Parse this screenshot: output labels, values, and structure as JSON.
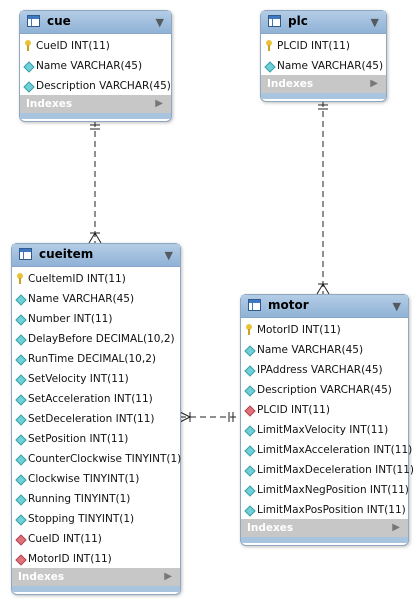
{
  "tables": {
    "cue": {
      "name": "cue",
      "columns": [
        {
          "text": "CueID INT(11)",
          "icon": "key"
        },
        {
          "text": "Name VARCHAR(45)",
          "icon": "column"
        },
        {
          "text": "Description VARCHAR(45)",
          "icon": "column"
        }
      ],
      "indexes": "Indexes"
    },
    "plc": {
      "name": "plc",
      "columns": [
        {
          "text": "PLCID INT(11)",
          "icon": "key"
        },
        {
          "text": "Name VARCHAR(45)",
          "icon": "column"
        }
      ],
      "indexes": "Indexes"
    },
    "cueitem": {
      "name": "cueitem",
      "columns": [
        {
          "text": "CueItemID INT(11)",
          "icon": "key"
        },
        {
          "text": "Name VARCHAR(45)",
          "icon": "column"
        },
        {
          "text": "Number INT(11)",
          "icon": "column"
        },
        {
          "text": "DelayBefore DECIMAL(10,2)",
          "icon": "column"
        },
        {
          "text": "RunTime DECIMAL(10,2)",
          "icon": "column"
        },
        {
          "text": "SetVelocity INT(11)",
          "icon": "column"
        },
        {
          "text": "SetAcceleration INT(11)",
          "icon": "column"
        },
        {
          "text": "SetDeceleration INT(11)",
          "icon": "column"
        },
        {
          "text": "SetPosition INT(11)",
          "icon": "column"
        },
        {
          "text": "CounterClockwise TINYINT(1)",
          "icon": "column"
        },
        {
          "text": "Clockwise TINYINT(1)",
          "icon": "column"
        },
        {
          "text": "Running TINYINT(1)",
          "icon": "column"
        },
        {
          "text": "Stopping TINYINT(1)",
          "icon": "column"
        },
        {
          "text": "CueID INT(11)",
          "icon": "foreign-key"
        },
        {
          "text": "MotorID INT(11)",
          "icon": "foreign-key"
        }
      ],
      "indexes": "Indexes"
    },
    "motor": {
      "name": "motor",
      "columns": [
        {
          "text": "MotorID INT(11)",
          "icon": "key"
        },
        {
          "text": "Name VARCHAR(45)",
          "icon": "column"
        },
        {
          "text": "IPAddress VARCHAR(45)",
          "icon": "column"
        },
        {
          "text": "Description VARCHAR(45)",
          "icon": "column"
        },
        {
          "text": "PLCID INT(11)",
          "icon": "foreign-key"
        },
        {
          "text": "LimitMaxVelocity INT(11)",
          "icon": "column"
        },
        {
          "text": "LimitMaxAcceleration INT(11)",
          "icon": "column"
        },
        {
          "text": "LimitMaxDeceleration INT(11)",
          "icon": "column"
        },
        {
          "text": "LimitMaxNegPosition INT(11)",
          "icon": "column"
        },
        {
          "text": "LimitMaxPosPosition INT(11)",
          "icon": "column"
        }
      ],
      "indexes": "Indexes"
    }
  },
  "relationships": [
    {
      "from": "cue",
      "to": "cueitem",
      "from_cardinality": "one",
      "to_cardinality": "many"
    },
    {
      "from": "plc",
      "to": "motor",
      "from_cardinality": "one",
      "to_cardinality": "many"
    },
    {
      "from": "motor",
      "to": "cueitem",
      "from_cardinality": "one",
      "to_cardinality": "many"
    }
  ],
  "colors": {
    "header": "#9fbfdf",
    "indexes_bar": "#c7c7c7",
    "column_icon": "#6fd0d8",
    "foreign_key_icon": "#e0737a",
    "primary_key_icon": "#e8c33a",
    "connector": "#222222"
  }
}
